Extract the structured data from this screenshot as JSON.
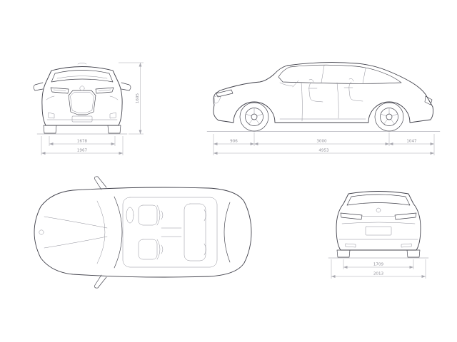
{
  "colors": {
    "bg": "#ffffff",
    "line": "#40404a",
    "light": "#8e8e98",
    "dim_line": "#a7a7af",
    "dim_text": "#8f8f97"
  },
  "views": {
    "front": {
      "track": "1678",
      "width": "1967",
      "height": "1695"
    },
    "side": {
      "front_overhang": "906",
      "wheelbase": "3000",
      "rear_overhang": "1047",
      "length": "4953"
    },
    "rear": {
      "track": "1709",
      "width": "2013"
    }
  }
}
